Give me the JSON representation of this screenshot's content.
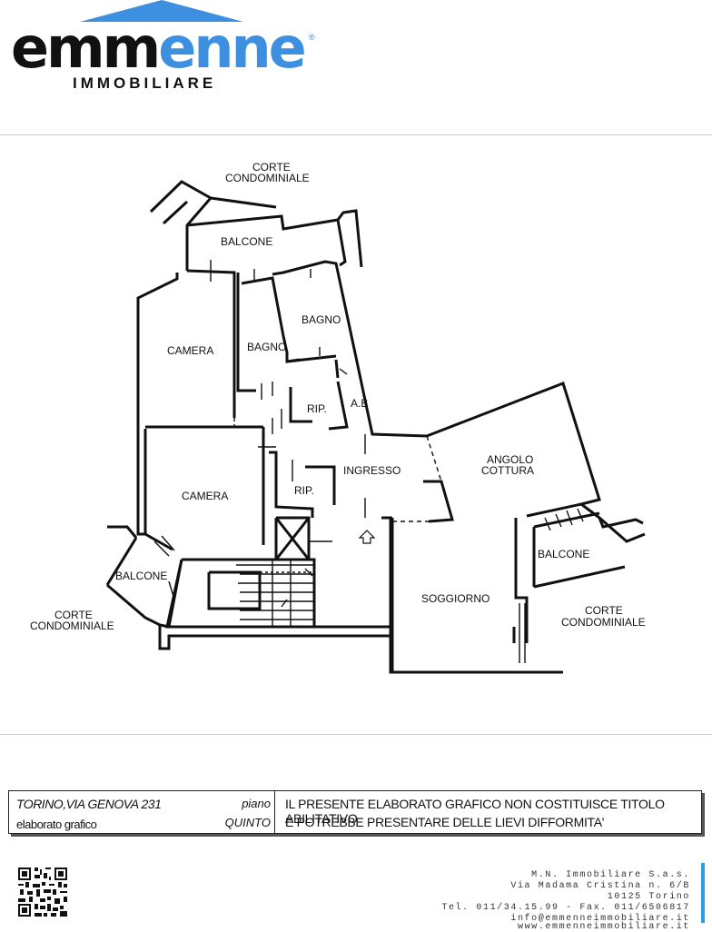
{
  "header": {
    "logo_part1": "emm",
    "logo_part2": "enne",
    "logo_sub": "IMMOBILIARE",
    "brand_blue": "#3d8fe0"
  },
  "plan_labels": {
    "corte_top_1": "CORTE",
    "corte_top_2": "CONDOMINIALE",
    "balcone_top": "BALCONE",
    "bagno_1": "BAGNO",
    "bagno_2": "BAGNO",
    "camera_1": "CAMERA",
    "camera_2": "CAMERA",
    "rip_1": "RIP.",
    "rip_2": "RIP.",
    "ab": "A.B",
    "ingresso": "INGRESSO",
    "angolo_1": "ANGOLO",
    "angolo_2": "COTTURA",
    "balcone_right": "BALCONE",
    "balcone_left": "BALCONE",
    "soggiorno": "SOGGIORNO",
    "corte_left_1": "CORTE",
    "corte_left_2": "CONDOMINIALE",
    "corte_right_1": "CORTE",
    "corte_right_2": "CONDOMINIALE"
  },
  "title_block": {
    "address": "TORINO,VIA GENOVA 231",
    "kind": "elaborato grafico",
    "piano_label": "piano",
    "floor": "QUINTO",
    "note_line1": "IL PRESENTE  ELABORATO GRAFICO NON  COSTITUISCE TITOLO ABILITATIVO",
    "note_line2": "E  POTREBBE  PRESENTARE DELLE LIEVI  DIFFORMITA'"
  },
  "footer": {
    "company": "M.N. Immobiliare S.a.s.",
    "street": "Via Madama Cristina n. 6/B",
    "city": "10125 Torino",
    "phone": "Tel. 011/34.15.99 - Fax. 011/6506817",
    "email": "info@emmenneimmobiliare.it",
    "web": "www.emmenneimmobiliare.it",
    "accent": "#2e9be6"
  }
}
